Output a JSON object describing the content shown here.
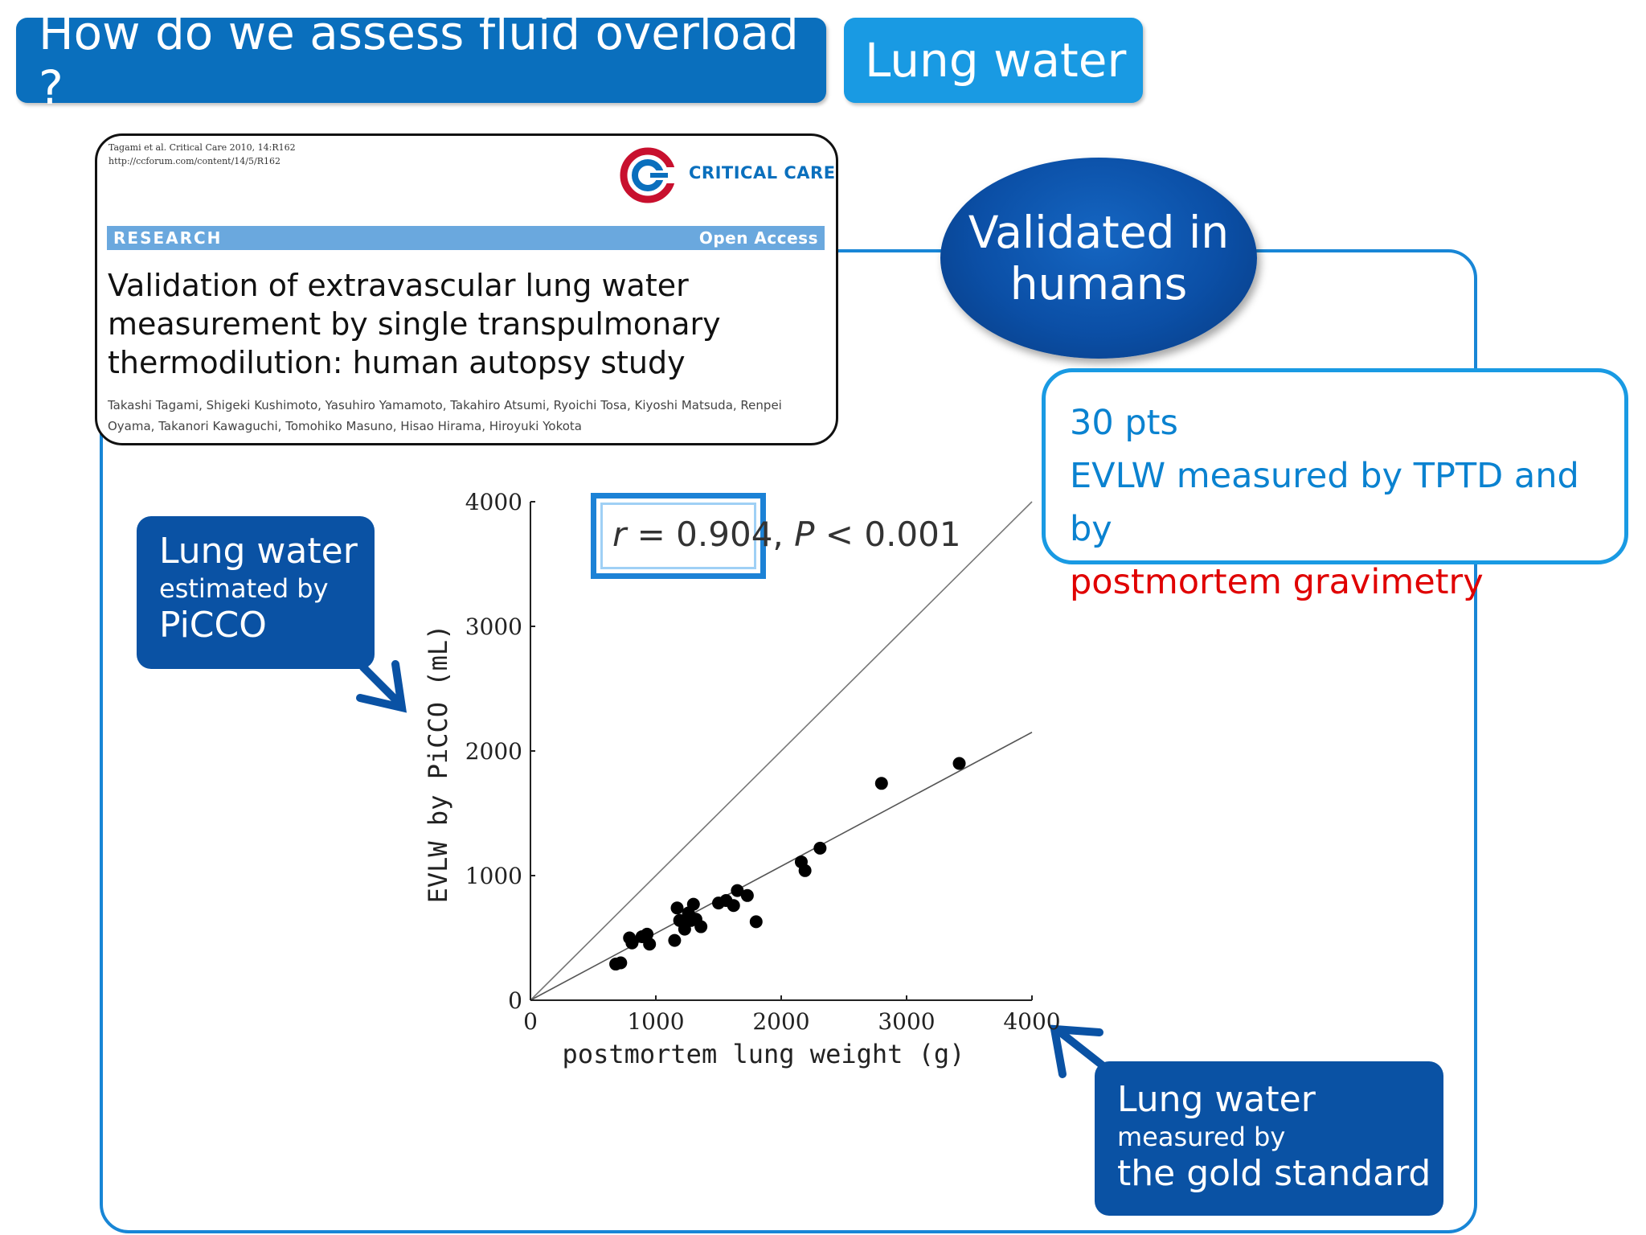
{
  "header": {
    "title": "How do we assess fluid overload ?",
    "subtitle": "Lung water"
  },
  "paper": {
    "citation_line1": "Tagami et al. Critical Care 2010, 14:R162",
    "citation_line2": "http://ccforum.com/content/14/5/R162",
    "journal": "CRITICAL CARE",
    "section": "RESEARCH",
    "access": "Open Access",
    "title": "Validation of extravascular lung water measurement by single transpulmonary thermodilution: human autopsy study",
    "authors": "Takashi Tagami, Shigeki Kushimoto, Yasuhiro Yamamoto, Takahiro Atsumi, Ryoichi Tosa, Kiyoshi Matsuda, Renpei Oyama, Takanori Kawaguchi, Tomohiko Masuno, Hisao Hirama, Hiroyuki Yokota"
  },
  "badge": {
    "line1": "Validated in",
    "line2": "humans"
  },
  "info": {
    "line1": "30 pts",
    "line2": "EVLW measured by TPTD and by",
    "line3": "postmortem gravimetry"
  },
  "callout_picco": {
    "line1": "Lung water",
    "line2": "estimated by",
    "line3": "PiCCO"
  },
  "callout_gold": {
    "line1": "Lung water",
    "line2": "measured by",
    "line3": "the gold standard"
  },
  "stats": {
    "r_label": "r",
    "r_value": " = 0.904,",
    "p_label": "P",
    "p_value": " < 0.001"
  },
  "colors": {
    "title_bar": "#0a6fbd",
    "subtitle_bar": "#199ae3",
    "callout": "#0a52a4",
    "frame": "#1886d6",
    "info_text": "#0a82d0",
    "info_highlight": "#e00000"
  },
  "chart_data": {
    "type": "scatter",
    "xlabel": "postmortem lung weight (g)",
    "ylabel": "EVLW by PiCCO (mL)",
    "xlim": [
      0,
      4000
    ],
    "ylim": [
      0,
      4000
    ],
    "xticks": [
      0,
      1000,
      2000,
      3000,
      4000
    ],
    "yticks": [
      0,
      1000,
      2000,
      3000,
      4000
    ],
    "grid": false,
    "identity_line": {
      "from": [
        0,
        0
      ],
      "to": [
        4000,
        4000
      ]
    },
    "regression_line": {
      "from": [
        0,
        0
      ],
      "to": [
        4000,
        2150
      ]
    },
    "series": [
      {
        "points": [
          [
            680,
            290
          ],
          [
            720,
            300
          ],
          [
            790,
            500
          ],
          [
            810,
            460
          ],
          [
            890,
            510
          ],
          [
            930,
            530
          ],
          [
            950,
            450
          ],
          [
            1150,
            480
          ],
          [
            1170,
            740
          ],
          [
            1190,
            640
          ],
          [
            1230,
            570
          ],
          [
            1260,
            700
          ],
          [
            1280,
            640
          ],
          [
            1300,
            770
          ],
          [
            1320,
            650
          ],
          [
            1360,
            590
          ],
          [
            1500,
            780
          ],
          [
            1560,
            800
          ],
          [
            1620,
            760
          ],
          [
            1650,
            880
          ],
          [
            1730,
            840
          ],
          [
            1800,
            630
          ],
          [
            2160,
            1110
          ],
          [
            2190,
            1040
          ],
          [
            2310,
            1220
          ],
          [
            2800,
            1740
          ],
          [
            3420,
            1900
          ]
        ]
      }
    ]
  }
}
